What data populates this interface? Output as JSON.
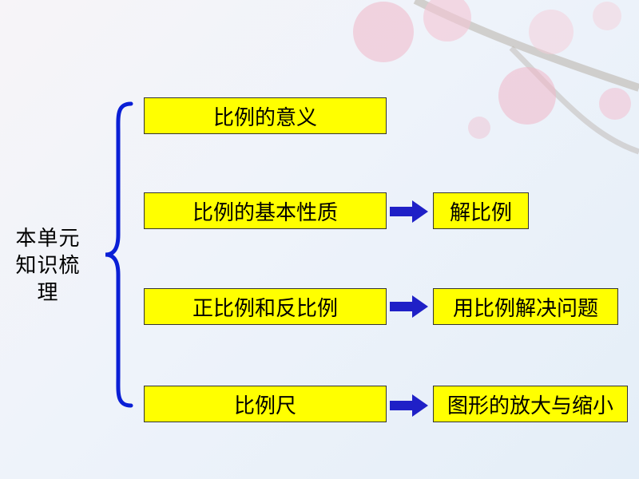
{
  "main_label": "本单元\n知识梳理",
  "rows": [
    {
      "topic": "比例的意义",
      "result": ""
    },
    {
      "topic": "比例的基本性质",
      "result": "解比例"
    },
    {
      "topic": "正比例和反比例",
      "result": "用比例解决问题"
    },
    {
      "topic": "比例尺",
      "result": "图形的放大与缩小"
    }
  ],
  "colors": {
    "box_fill": "#ffff00",
    "arrow": "#1f20c7",
    "brace": "#0a1fd6",
    "blossom": "#f1b6c9"
  }
}
